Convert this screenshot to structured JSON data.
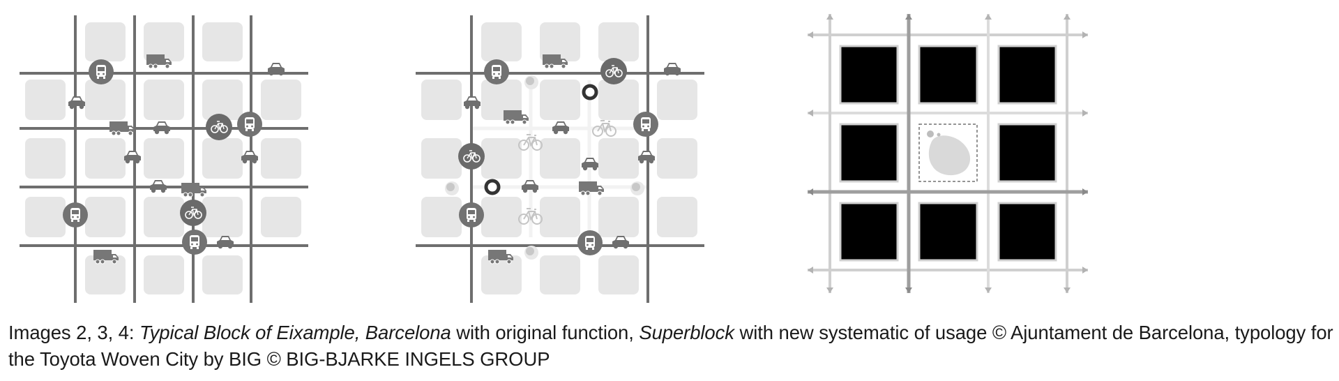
{
  "caption": {
    "lead": "Images 2, 3, 4: ",
    "eixample": "Typical Block of Eixample, Barcelona",
    "mid1": " with original function, ",
    "superblock": "Superblock",
    "mid2": " with new systematic of usage © Ajuntament de Barcelona, typology for the Toyota Woven City by BIG © BIG-BJARKE INGELS GROUP"
  },
  "icons": {
    "bus": "bus-icon",
    "truck": "truck-icon",
    "car": "car-icon",
    "bicycle": "bicycle-icon",
    "pedestrian": "pedestrian-icon",
    "stop": "stop-ring-icon",
    "arrow": "arrow-icon"
  },
  "colors": {
    "block": "#e6e6e6",
    "road": "#6e6e6e",
    "icon": "#727272",
    "faded_icon": "#bdbdbd",
    "dark_block": "#000000",
    "light_road": "#cfcfcf",
    "mid_road": "#a8a8a8",
    "plaza": "#d9d9d9"
  }
}
